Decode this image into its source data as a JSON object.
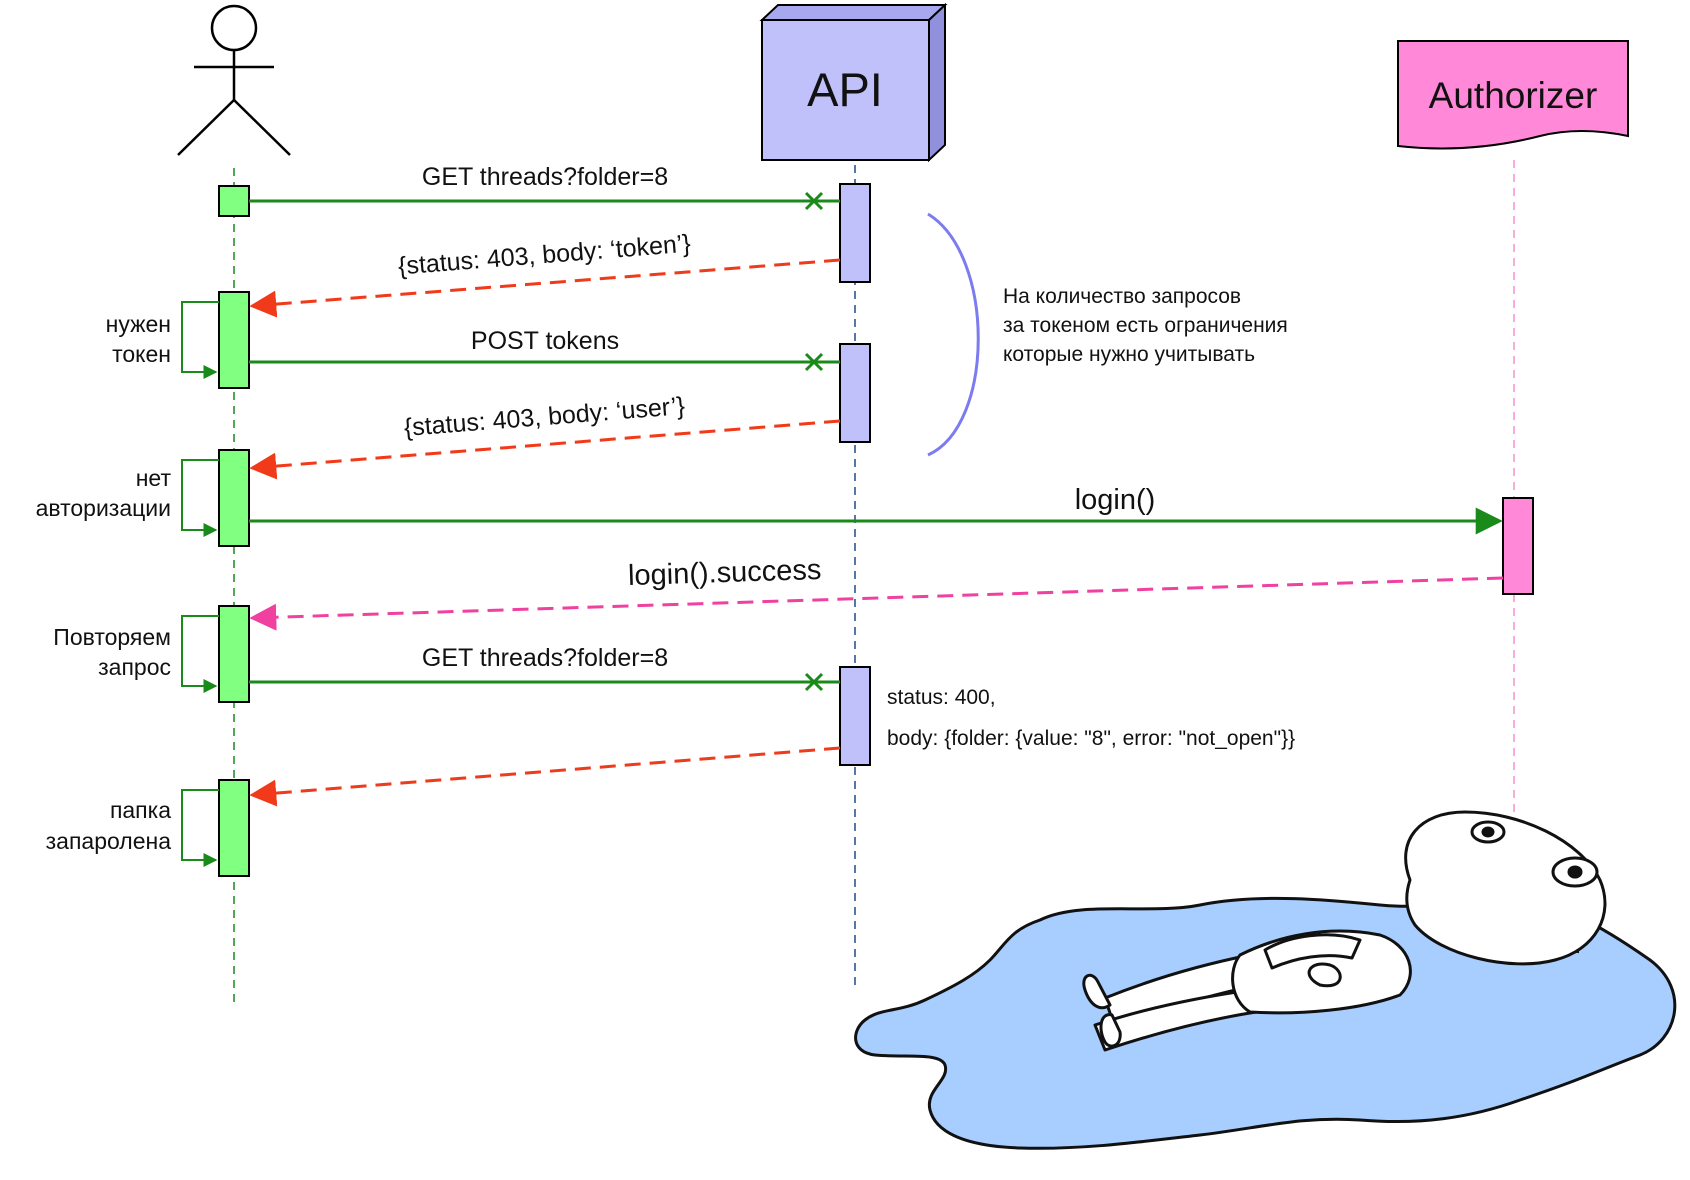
{
  "participants": {
    "api": "API",
    "authorizer": "Authorizer"
  },
  "messages": {
    "m1": "GET threads?folder=8",
    "m2": "{status: 403, body: ‘token’}",
    "m3": "POST tokens",
    "m4": "{status: 403, body: ‘user’}",
    "m5": "login()",
    "m6": "login().success",
    "m7": "GET threads?folder=8"
  },
  "self_notes": {
    "n1": [
      "нужен",
      "токен"
    ],
    "n2": [
      "нет",
      "авторизации"
    ],
    "n3": [
      "Повторяем",
      "запрос"
    ],
    "n4": [
      "папка",
      "запаролена"
    ]
  },
  "token_note": [
    "На количество запросов",
    "за токеном есть ограничения",
    "которые нужно учитывать"
  ],
  "response_note": [
    "status: 400,",
    "body: {folder: {value: \"8\", error: \"not_open\"}}"
  ],
  "colors": {
    "green_line": "#1a8a1a",
    "red_dashed": "#f03a1a",
    "pink_dashed": "#f040a0",
    "activation_green": "#80ff80",
    "activation_purple": "#c0c0fa",
    "activation_pink": "#ff88d8",
    "puddle": "#a8cdff",
    "brace": "#7c7cf0"
  }
}
